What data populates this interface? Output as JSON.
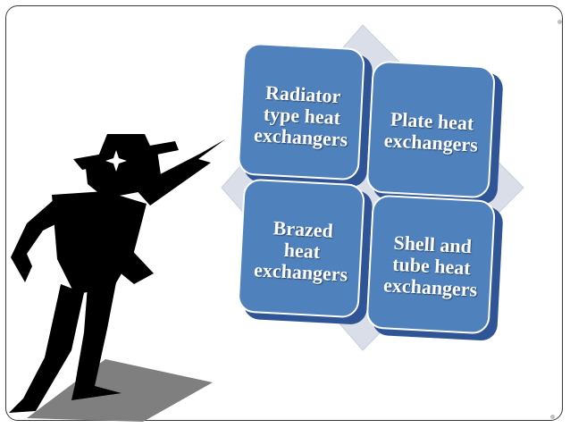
{
  "tiles": [
    {
      "id": "radiator",
      "label": "Radiator\ntype heat\nexchangers"
    },
    {
      "id": "plate",
      "label": "Plate heat\nexchangers"
    },
    {
      "id": "brazed",
      "label": "Brazed\nheat\nexchangers"
    },
    {
      "id": "shell",
      "label": "Shell and\ntube heat\nexchangers"
    }
  ],
  "colors": {
    "tile_fill": "#4f81bd",
    "tile_border": "#ffffff",
    "diamond_fill": "#d9dee8",
    "figure": "#000000",
    "shadow": "#7f7f7f"
  },
  "icons": [
    "pointing-man-icon"
  ]
}
